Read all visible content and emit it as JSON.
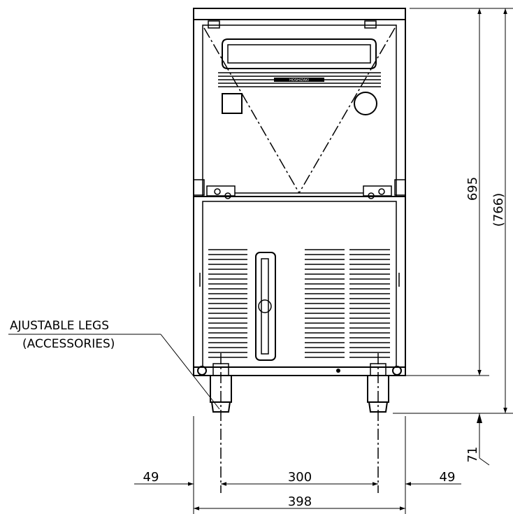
{
  "labels": {
    "legs_line1": "AJUSTABLE LEGS",
    "legs_line2": "(ACCESSORIES)",
    "brand_plate": "HOSHIZAKI"
  },
  "dimensions": {
    "height_body": "695",
    "height_total": "(766)",
    "leg_height": "71",
    "left_offset": "49",
    "leg_spacing": "300",
    "right_offset": "49",
    "overall_width": "398"
  }
}
